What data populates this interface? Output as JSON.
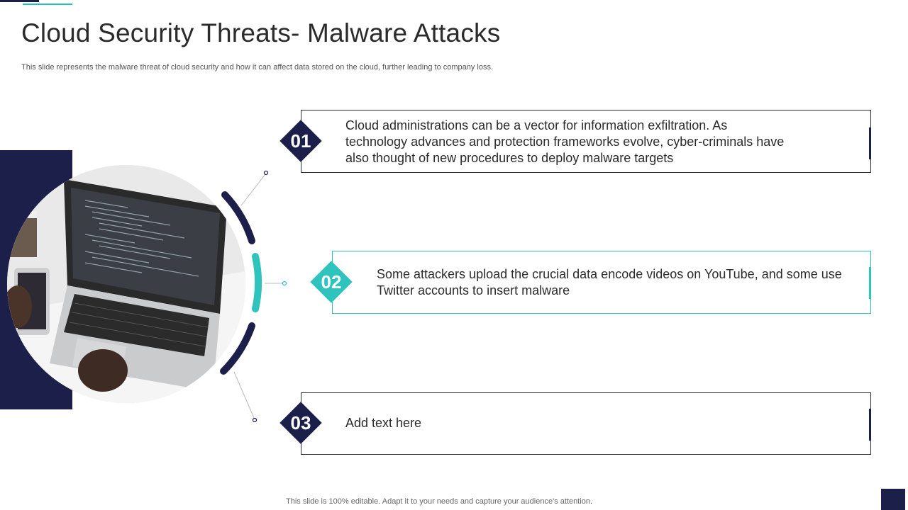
{
  "header": {
    "title": "Cloud Security Threats- Malware Attacks",
    "subtitle": "This slide represents the malware threat of cloud security and how it can affect data stored on the cloud, further leading to company loss."
  },
  "items": [
    {
      "number": "01",
      "text": "Cloud administrations can be a vector for information exfiltration. As technology advances and protection frameworks evolve, cyber-criminals have also thought of new procedures to deploy malware targets"
    },
    {
      "number": "02",
      "text": "Some attackers upload the crucial data encode videos on YouTube, and some use Twitter accounts to insert malware"
    },
    {
      "number": "03",
      "text": "Add text here"
    }
  ],
  "footer": {
    "text": "This slide is 100% editable. Adapt it to your needs and capture your audience's attention."
  },
  "colors": {
    "navy": "#1c1f4a",
    "teal": "#2fc3bd"
  }
}
